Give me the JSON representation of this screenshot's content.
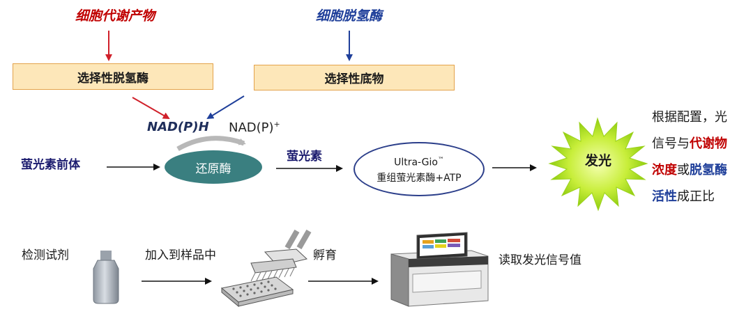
{
  "top": {
    "metabolite_label": "细胞代谢产物",
    "dehydrogenase_label": "细胞脱氢酶"
  },
  "boxes": {
    "selective_dehydrogenase": "选择性脱氢酶",
    "selective_substrate": "选择性底物"
  },
  "cofactors": {
    "nadph": "NAD(P)H",
    "nadp_plus": "NAD(P)",
    "nadp_plus_sup": "+"
  },
  "flow": {
    "precursor": "萤光素前体",
    "reductase": "还原酶",
    "luciferin": "萤光素",
    "ultraglo_line1": "Ultra-Gio",
    "ultraglo_tm": "™",
    "ultraglo_line2": "重组萤光素酶+ATP",
    "glow": "发光"
  },
  "right": {
    "line1": "根据配置，光",
    "line2_a": "信号与",
    "line2_b": "代谢物",
    "line3_a": "浓度",
    "line3_b": "或",
    "line3_c": "脱氢酶",
    "line4_a": "活性",
    "line4_b": "成正比"
  },
  "workflow": {
    "reagent": "检测试剂",
    "add_to_sample": "加入到样品中",
    "incubate": "孵育",
    "read_signal": "读取发光信号值"
  },
  "colors": {
    "red": "#c00000",
    "blue": "#1f3f9a",
    "box_fill": "#fde7b9",
    "teal": "#3a7f80",
    "glow_green": "#b5e61d"
  }
}
